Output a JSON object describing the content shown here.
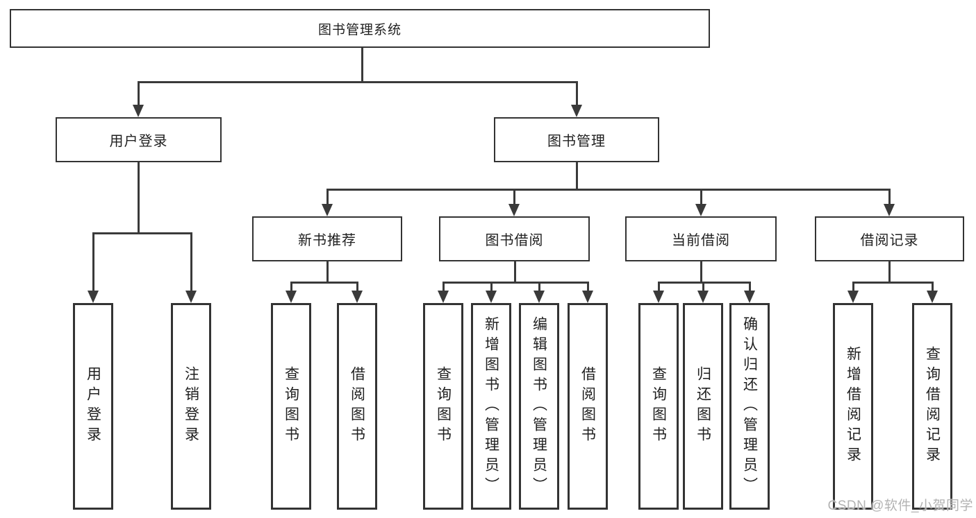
{
  "diagram_type": "hierarchy-tree",
  "tree": {
    "label": "图书管理系统",
    "children": [
      {
        "label": "用户登录",
        "children": [
          {
            "label": "用户登录"
          },
          {
            "label": "注销登录"
          }
        ]
      },
      {
        "label": "图书管理",
        "children": [
          {
            "label": "新书推荐",
            "children": [
              {
                "label": "查询图书"
              },
              {
                "label": "借阅图书"
              }
            ]
          },
          {
            "label": "图书借阅",
            "children": [
              {
                "label": "查询图书"
              },
              {
                "label": "新增图书（管理员）"
              },
              {
                "label": "编辑图书（管理员）"
              },
              {
                "label": "借阅图书"
              }
            ]
          },
          {
            "label": "当前借阅",
            "children": [
              {
                "label": "查询图书"
              },
              {
                "label": "归还图书"
              },
              {
                "label": "确认归还（管理员）"
              }
            ]
          },
          {
            "label": "借阅记录",
            "children": [
              {
                "label": "新增借阅记录"
              },
              {
                "label": "查询借阅记录"
              }
            ]
          }
        ]
      }
    ]
  },
  "watermark": {
    "text": "CSDN @软件_小贺同学"
  },
  "colors": {
    "background": "#ffffff",
    "box_border": "#333333",
    "line": "#3a3a3a",
    "text": "#1f1f1f",
    "watermark": "#b3b3b3"
  }
}
